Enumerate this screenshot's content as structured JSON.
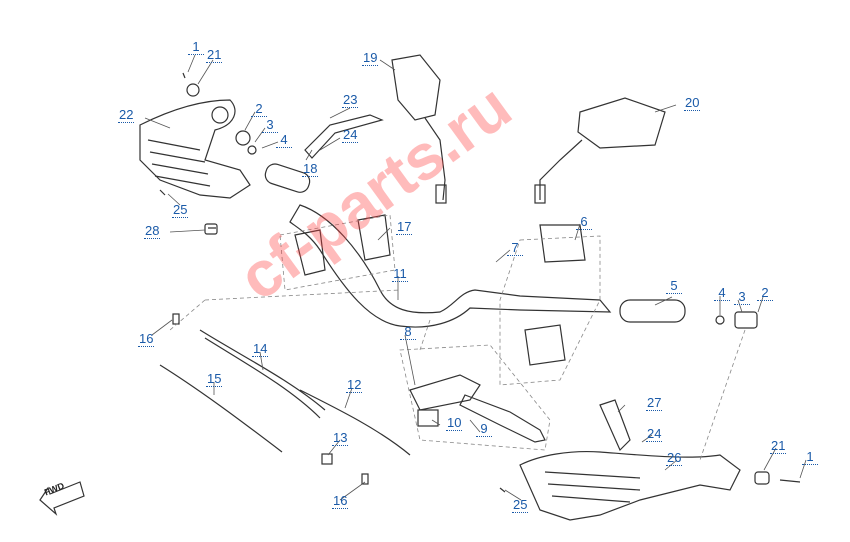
{
  "diagram": {
    "watermark": "cf-parts.ru",
    "direction_label": "FWD",
    "callouts": [
      "1",
      "21",
      "22",
      "2",
      "3",
      "4",
      "23",
      "24",
      "18",
      "25",
      "19",
      "20",
      "28",
      "17",
      "11",
      "7",
      "6",
      "5",
      "4",
      "3",
      "2",
      "16",
      "14",
      "15",
      "12",
      "8",
      "10",
      "9",
      "13",
      "16",
      "27",
      "24",
      "26",
      "21",
      "1",
      "25"
    ],
    "colors": {
      "callout": "#1a5aa8",
      "line": "#333333",
      "watermark": "#ff3c3c"
    }
  }
}
